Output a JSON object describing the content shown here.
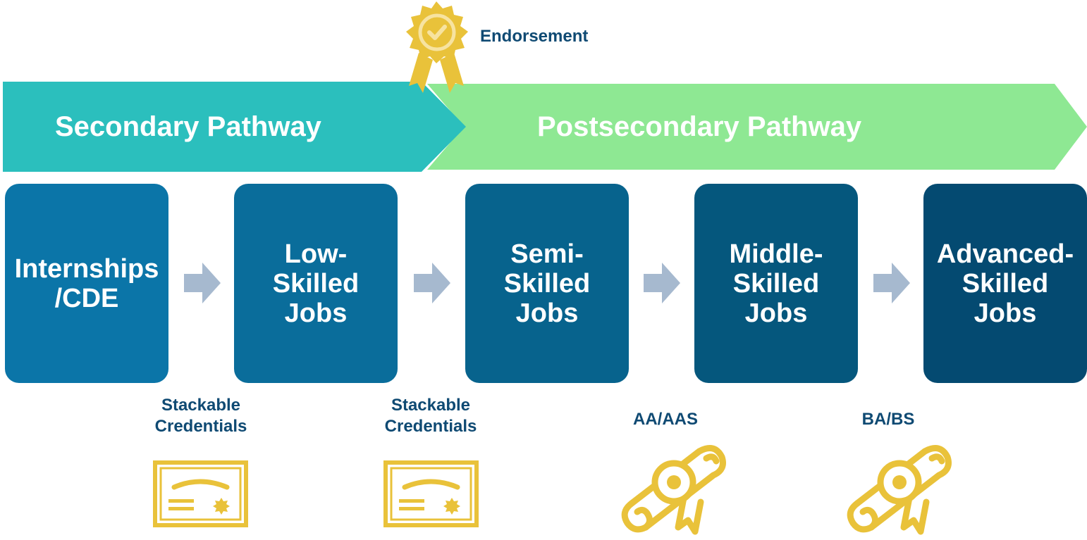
{
  "banners": {
    "secondary": {
      "label": "Secondary Pathway",
      "color": "#2bbfbd"
    },
    "postsecondary": {
      "label": "Postsecondary Pathway",
      "color": "#8ee893"
    }
  },
  "endorsement": {
    "label": "Endorsement",
    "icon": "award-ribbon-icon",
    "icon_color": "#e9c23a"
  },
  "jobs": [
    {
      "label": "Internships\n/CDE",
      "color": "#0b75a8"
    },
    {
      "label": "Low-\nSkilled\nJobs",
      "color": "#0a6d9b"
    },
    {
      "label": "Semi-\nSkilled\nJobs",
      "color": "#07638d"
    },
    {
      "label": "Middle-\nSkilled\nJobs",
      "color": "#05577d"
    },
    {
      "label": "Advanced-\nSkilled\nJobs",
      "color": "#044a71"
    }
  ],
  "arrow_color": "#a6b9cf",
  "credentials": [
    {
      "label": "Stackable\nCredentials",
      "icon": "certificate-icon"
    },
    {
      "label": "Stackable\nCredentials",
      "icon": "certificate-icon"
    },
    {
      "label": "AA/AAS",
      "icon": "diploma-scroll-icon"
    },
    {
      "label": "BA/BS",
      "icon": "diploma-scroll-icon"
    }
  ],
  "label_color": "#0f4a73",
  "icon_gold": "#e9c23a"
}
